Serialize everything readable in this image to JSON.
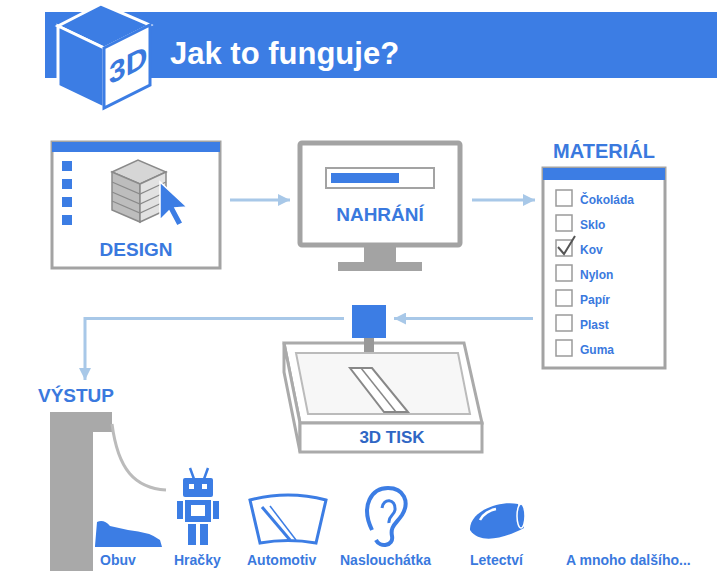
{
  "diagram": {
    "title": "Jak to funguje?",
    "nodes": [
      {
        "text": [
          "DESIGN"
        ]
      },
      {
        "text": [
          "NAHRÁNÍ"
        ]
      },
      {
        "text": [
          "MATERIÁL",
          "Čokoláda",
          "Sklo",
          "Kov",
          "Nylon",
          "Papír",
          "Plast",
          "Guma"
        ]
      },
      {
        "text": [
          "3D TISK"
        ]
      },
      {
        "text": [
          "VÝSTUP"
        ]
      }
    ],
    "edges": [
      {
        "from": 0,
        "to": 1,
        "arrow": "to"
      },
      {
        "from": 1,
        "to": 2,
        "arrow": "to"
      },
      {
        "from": 2,
        "to": 3,
        "arrow": "to"
      },
      {
        "from": 3,
        "to": 4,
        "arrow": "to"
      }
    ],
    "labels": [
      "3D",
      "Obuv",
      "Hračky",
      "Automotiv",
      "Naslouchátka",
      "Letectví",
      "A mnoho dalšího..."
    ]
  }
}
